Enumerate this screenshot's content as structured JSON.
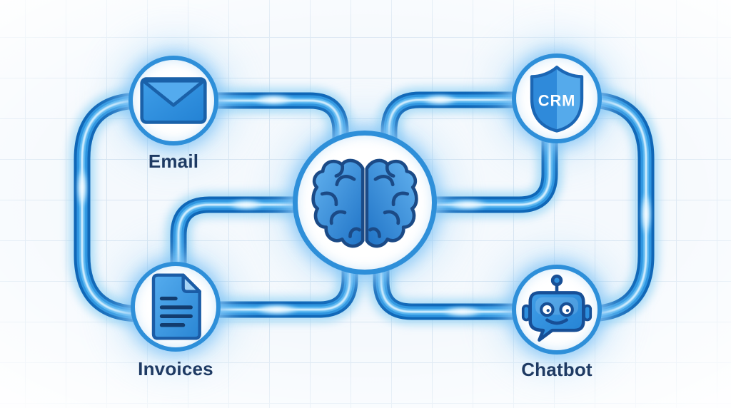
{
  "diagram": {
    "center_node": {
      "id": "brain",
      "icon": "brain-icon"
    },
    "nodes": [
      {
        "id": "email",
        "label": "Email",
        "icon": "email-envelope-icon",
        "label_placement": "below"
      },
      {
        "id": "crm",
        "label": "CRM",
        "icon": "crm-shield-icon",
        "label_placement": "inside-shield"
      },
      {
        "id": "invoices",
        "label": "Invoices",
        "icon": "invoice-document-icon",
        "label_placement": "below"
      },
      {
        "id": "chatbot",
        "label": "Chatbot",
        "icon": "chatbot-robot-icon",
        "label_placement": "below"
      }
    ],
    "edges": [
      {
        "from": "email",
        "to": "brain"
      },
      {
        "from": "crm",
        "to": "brain"
      },
      {
        "from": "invoices",
        "to": "brain"
      },
      {
        "from": "chatbot",
        "to": "brain"
      },
      {
        "from": "email",
        "to": "invoices"
      },
      {
        "from": "crm",
        "to": "chatbot"
      }
    ],
    "colors": {
      "background": "#f5f9fd",
      "grid_line": "#d9e6f2",
      "pipe_dark": "#1067b7",
      "pipe_mid": "#2e95e0",
      "pipe_light": "#57b5f0",
      "pipe_highlight": "#dcf2ff",
      "node_border": "#2e8fd9",
      "label_text": "#1e3a63",
      "icon_outline": "#1b4f8f",
      "icon_fill": "#2f93e2",
      "shield_text": "#ffffff"
    }
  }
}
